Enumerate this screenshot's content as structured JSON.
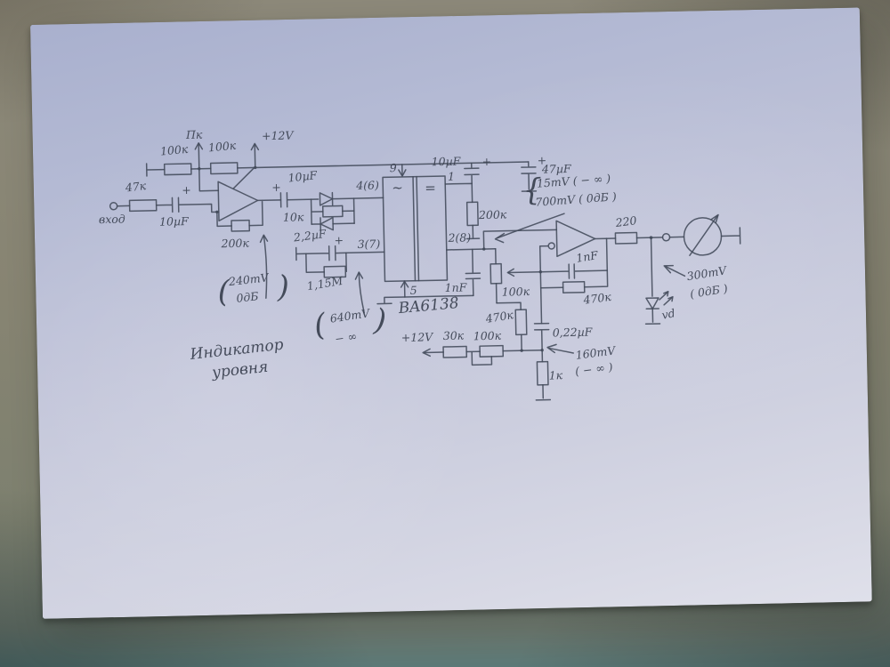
{
  "schematic": {
    "title_1": "Индикатор",
    "title_2": "уровня",
    "ic": {
      "part": "BA6138",
      "sym_ac": "~",
      "sym_dc": "=",
      "pin_1": "1",
      "pin_9": "9",
      "pin_5": "5",
      "pin_46": "4(6)",
      "pin_37": "3(7)",
      "pin_28": "2(8)"
    },
    "labels": {
      "input": "вход",
      "r_input": "47к",
      "c_input": "10µF",
      "r_bias1": "100к",
      "r_bias2": "100к",
      "testpoint": "Пк",
      "vcc_top": "+12V",
      "r_fb1": "200к",
      "c_couple": "10µF",
      "r_series": "10к",
      "c_int": "2,2µF",
      "r_int": "1,15M",
      "c_pin1": "10µF",
      "c_supply": "47µF",
      "r_pin1": "200к",
      "c_pin2": "1nF",
      "r_pot_det": "100к",
      "c_fb2": "1nF",
      "r_fb2": "470к",
      "r_out": "220",
      "led": "vd",
      "r_vert": "470к",
      "c_big": "0,22µF",
      "vcc_bot": "+12V",
      "r_30k": "30к",
      "r_pot_bias": "100к",
      "r_1k": "1к",
      "plus": "+",
      "brace": "{",
      "paren_open": "(",
      "paren_close": ")"
    },
    "notes": {
      "n240_1": "240mV",
      "n240_2": "0дБ",
      "n640_1": "640mV",
      "n640_2": "− ∞",
      "det_1": "15mV ( − ∞ )",
      "det_2": "700mV ( 0дБ )",
      "out_1": "300mV",
      "out_2": "( 0дБ )",
      "bias_1": "160mV",
      "bias_2": "( − ∞ )"
    }
  }
}
